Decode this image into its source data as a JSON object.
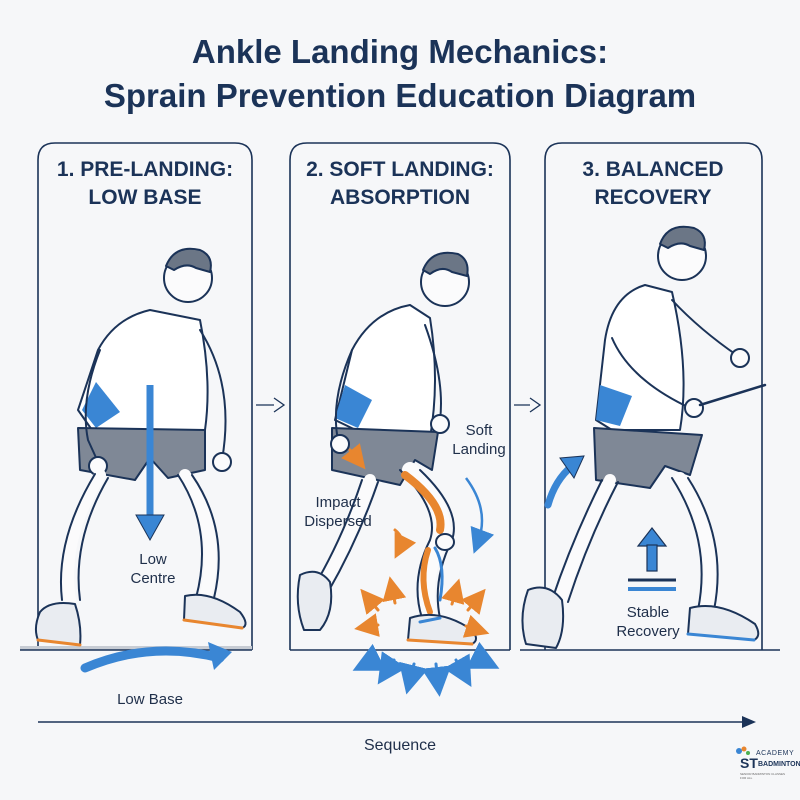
{
  "title": {
    "line1": "Ankle Landing Mechanics:",
    "line2": "Sprain Prevention Education Diagram"
  },
  "panels": [
    {
      "heading_line1": "1. PRE-LANDING:",
      "heading_line2": "LOW BASE",
      "labels": {
        "centre": [
          "Low",
          "Centre"
        ],
        "base": "Low Base"
      }
    },
    {
      "heading_line1": "2. SOFT LANDING:",
      "heading_line2": "ABSORPTION",
      "labels": {
        "soft": [
          "Soft",
          "Landing"
        ],
        "impact": [
          "Impact",
          "Dispersed"
        ]
      }
    },
    {
      "heading_line1": "3. BALANCED",
      "heading_line2": "RECOVERY",
      "labels": {
        "stable": [
          "Stable",
          "Recovery"
        ]
      }
    }
  ],
  "sequence_label": "Sequence",
  "logo": {
    "academy": "ACADEMY",
    "st": "ST",
    "badminton": "BADMINTON",
    "tagline": "SENIOR BADMINTON CLASSES FOR ALL"
  },
  "colors": {
    "ink": "#1b3358",
    "accent_blue": "#3a86d4",
    "muscle_orange": "#e8862f",
    "background": "#f6f7f9"
  }
}
